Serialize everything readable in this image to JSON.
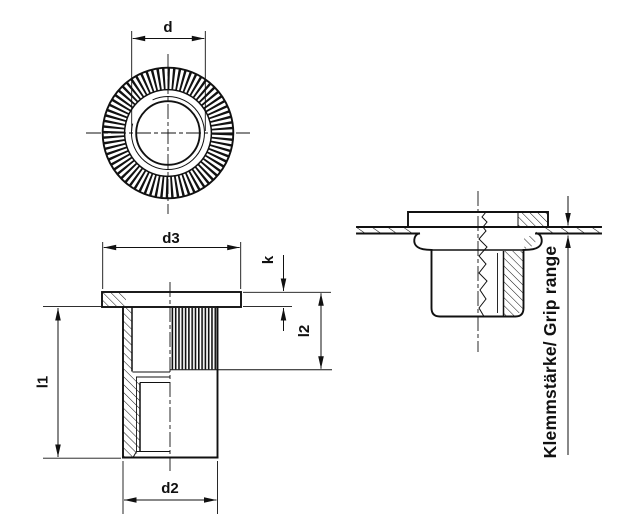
{
  "drawing": {
    "background": "#ffffff",
    "line_color": "#111111",
    "labels": {
      "d": "d",
      "d3": "d3",
      "k": "k",
      "l1": "l1",
      "l2": "l2",
      "d2": "d2",
      "grip_range": "Klemmstärke/ Grip range"
    }
  }
}
